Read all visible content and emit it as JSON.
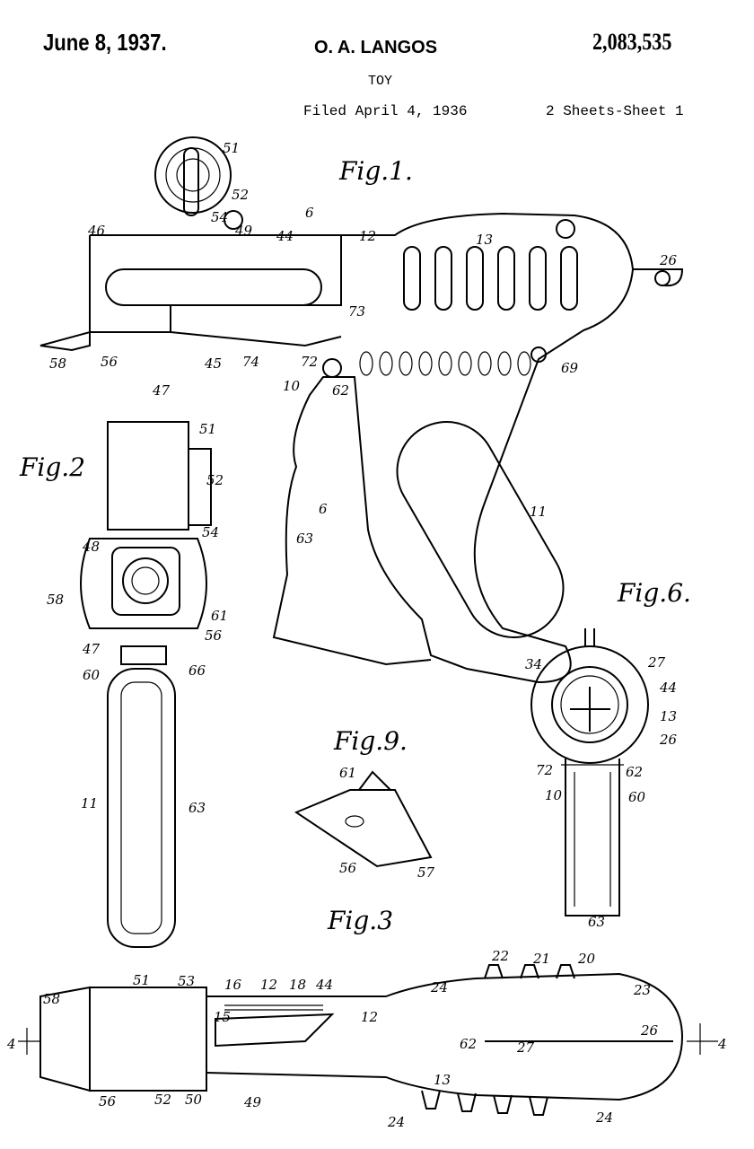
{
  "header": {
    "date": "June 8, 1937.",
    "inventor": "O. A. LANGOS",
    "patent_number": "2,083,535",
    "title": "TOY",
    "filed": "Filed April 4, 1936",
    "sheets": "2 Sheets-Sheet 1"
  },
  "figures": [
    "Fig.1.",
    "Fig.2",
    "Fig.6.",
    "Fig.9.",
    "Fig.3"
  ],
  "fig1_refs": [
    "51",
    "52",
    "54",
    "46",
    "6",
    "49",
    "44",
    "12",
    "13",
    "26",
    "73",
    "58",
    "56",
    "45",
    "74",
    "72",
    "47",
    "10",
    "62",
    "69",
    "6",
    "63",
    "11"
  ],
  "fig2_refs": [
    "51",
    "52",
    "54",
    "48",
    "58",
    "61",
    "56",
    "47",
    "60",
    "66",
    "11",
    "63"
  ],
  "fig6_refs": [
    "34",
    "27",
    "44",
    "13",
    "26",
    "72",
    "62",
    "10",
    "60",
    "63"
  ],
  "fig9_refs": [
    "61",
    "56",
    "57"
  ],
  "fig3_refs": [
    "58",
    "51",
    "53",
    "16",
    "12",
    "18",
    "44",
    "15",
    "12",
    "24",
    "22",
    "21",
    "20",
    "23",
    "26",
    "62",
    "27",
    "13",
    "24",
    "24",
    "4",
    "4",
    "56",
    "52",
    "50",
    "49"
  ]
}
